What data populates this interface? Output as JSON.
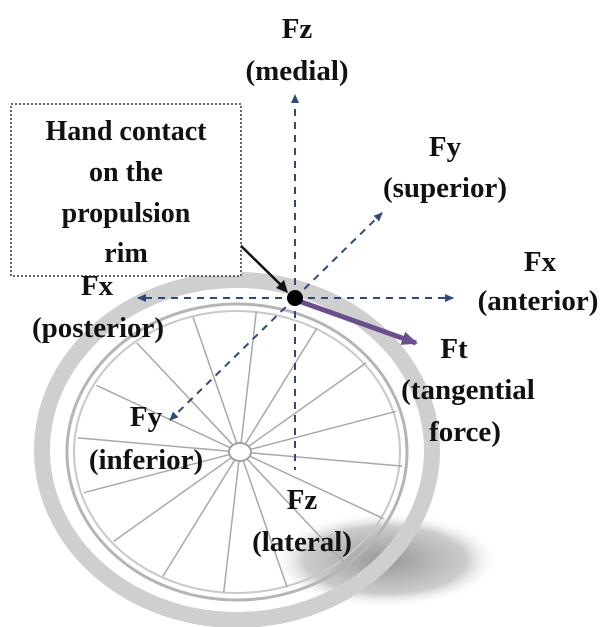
{
  "labels": {
    "fz_top": {
      "axis": "Fz",
      "direction": "(medial)"
    },
    "fy_top": {
      "axis": "Fy",
      "direction": "(superior)"
    },
    "fx_right": {
      "axis": "Fx",
      "direction": "(anterior)"
    },
    "fx_left": {
      "axis": "Fx",
      "direction": "(posterior)"
    },
    "ft": {
      "axis": "Ft",
      "direction_line1": "(tangential",
      "direction_line2": "force)"
    },
    "fy_bottom": {
      "axis": "Fy",
      "direction": "(inferior)"
    },
    "fz_bottom": {
      "axis": "Fz",
      "direction": "(lateral)"
    }
  },
  "callout": {
    "lines": [
      "Hand contact",
      "on the",
      "propulsion",
      "rim"
    ]
  },
  "colors": {
    "tangential_arrow": "#6a4f8c",
    "axis_dash": "#2f4a78",
    "rim": "#c9c9c9",
    "spokes": "#a0a0a0",
    "shadow": "#9a9a9a"
  }
}
